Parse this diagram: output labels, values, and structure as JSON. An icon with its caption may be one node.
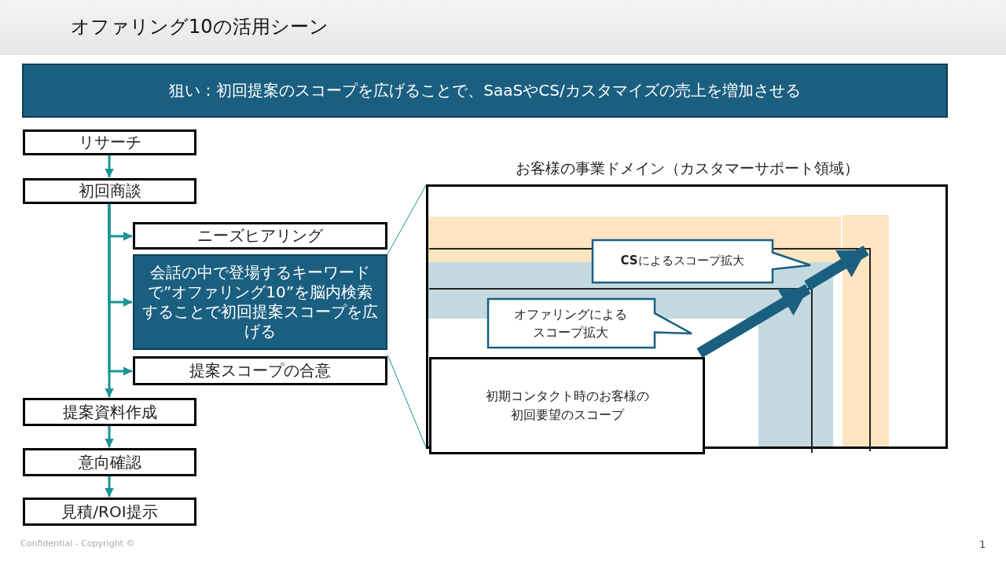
{
  "diagram": {
    "title": "オファリング10の活用シーン",
    "nodes": [
      {
        "text": [
          "狙い：初回提案のスコープを広げることで、SaaSやCS/カスタマイズの売上を増加させる"
        ]
      },
      {
        "text": [
          "リサーチ"
        ]
      },
      {
        "text": [
          "初回商談"
        ]
      },
      {
        "text": [
          "ニーズヒアリング"
        ]
      },
      {
        "text": [
          "会話の中で登場するキーワードで”オファリング10”を脳内検索することで初回提案スコープを広げる"
        ]
      },
      {
        "text": [
          "提案スコープの合意"
        ]
      },
      {
        "text": [
          "提案資料作成"
        ]
      },
      {
        "text": [
          "意向確認"
        ]
      },
      {
        "text": [
          "見積/ROI提示"
        ]
      },
      {
        "text": [
          "お客様の事業ドメイン（カスタマーサポート領域）"
        ]
      },
      {
        "text": [],
        "shape": "box",
        "in": 9
      },
      {
        "text": [],
        "shape": "box",
        "in": 10
      },
      {
        "text": [
          "初期コンタクト時のお客様の初回要望のスコープ"
        ],
        "in": 11
      },
      {
        "text": [
          "**CS**によるスコープ拡大"
        ],
        "in": 9
      },
      {
        "text": [
          "オファリングによるスコープ拡大"
        ],
        "in": 11
      }
    ],
    "edges": [
      {
        "from": 1,
        "to": 2,
        "arrow": "to"
      },
      {
        "from": 2,
        "to": 3,
        "arrow": "to"
      },
      {
        "from": 2,
        "to": 4,
        "arrow": "to"
      },
      {
        "from": 2,
        "to": 5,
        "arrow": "to"
      },
      {
        "from": 2,
        "to": 6,
        "arrow": "to"
      },
      {
        "from": 6,
        "to": 7,
        "arrow": "to"
      },
      {
        "from": 7,
        "to": 8,
        "arrow": "to"
      },
      {
        "from": 4,
        "to": 9,
        "arrow": "none"
      },
      {
        "from": 4,
        "to": 9,
        "arrow": "none"
      },
      {
        "from": 12,
        "to": 11,
        "arrow": "to",
        "style": "thick",
        "color": "#1b5f80"
      },
      {
        "from": 11,
        "to": 10,
        "arrow": "to",
        "style": "thick",
        "color": "#1b5f80"
      }
    ],
    "labels": [
      "Confidential - Copyright ©",
      "1"
    ]
  }
}
